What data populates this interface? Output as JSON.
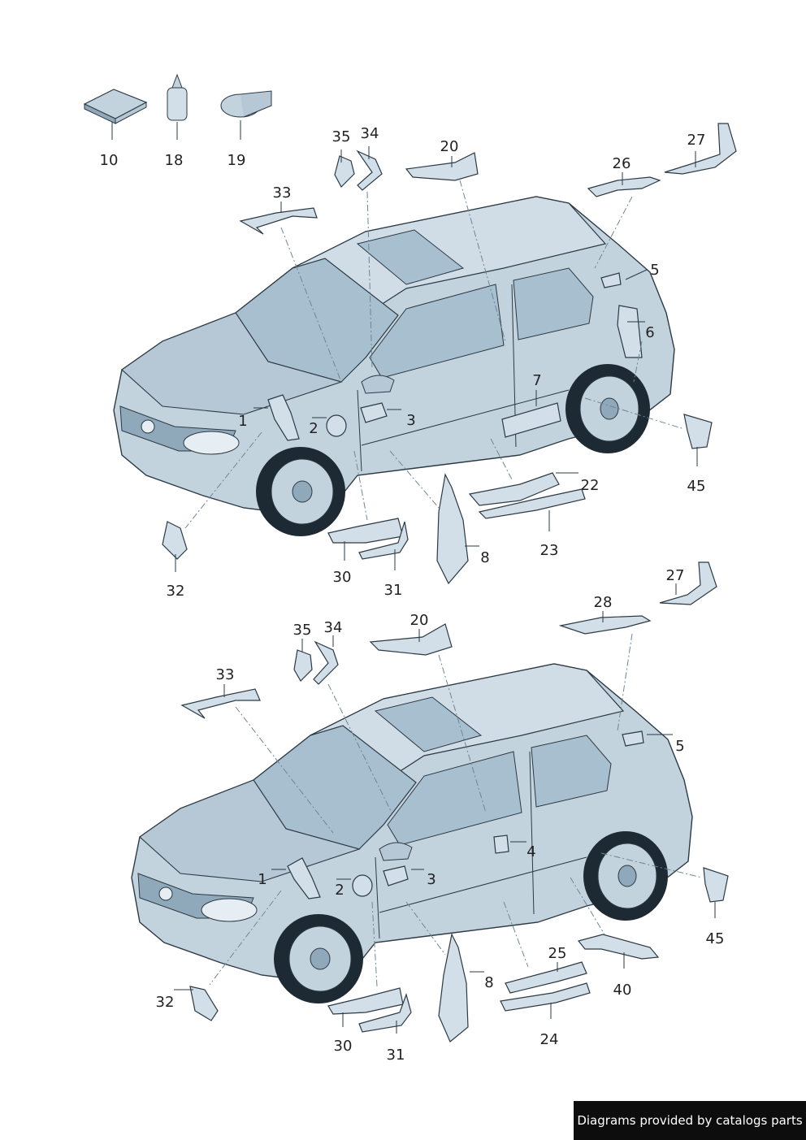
{
  "colors": {
    "body_fill": "#c3d3de",
    "body_dark": "#8fa9bb",
    "glass": "#a7bfcf",
    "part_fill": "#d3dfe8",
    "outline": "#2b3a44",
    "leader": "#6e8794"
  },
  "footer": {
    "credit": "Diagrams provided by catalogs parts"
  },
  "callouts": [
    {
      "id": "c10",
      "label": "10"
    },
    {
      "id": "c18",
      "label": "18"
    },
    {
      "id": "c19",
      "label": "19"
    },
    {
      "id": "c35a",
      "label": "35"
    },
    {
      "id": "c34a",
      "label": "34"
    },
    {
      "id": "c20a",
      "label": "20"
    },
    {
      "id": "c26",
      "label": "26"
    },
    {
      "id": "c27a",
      "label": "27"
    },
    {
      "id": "c33a",
      "label": "33"
    },
    {
      "id": "c5a",
      "label": "5"
    },
    {
      "id": "c6",
      "label": "6"
    },
    {
      "id": "c7",
      "label": "7"
    },
    {
      "id": "c1a",
      "label": "1"
    },
    {
      "id": "c2a",
      "label": "2"
    },
    {
      "id": "c3a",
      "label": "3"
    },
    {
      "id": "c22",
      "label": "22"
    },
    {
      "id": "c45a",
      "label": "45"
    },
    {
      "id": "c8a",
      "label": "8"
    },
    {
      "id": "c23",
      "label": "23"
    },
    {
      "id": "c30a",
      "label": "30"
    },
    {
      "id": "c31a",
      "label": "31"
    },
    {
      "id": "c32a",
      "label": "32"
    },
    {
      "id": "c27b",
      "label": "27"
    },
    {
      "id": "c28",
      "label": "28"
    },
    {
      "id": "c35b",
      "label": "35"
    },
    {
      "id": "c34b",
      "label": "34"
    },
    {
      "id": "c20b",
      "label": "20"
    },
    {
      "id": "c33b",
      "label": "33"
    },
    {
      "id": "c5b",
      "label": "5"
    },
    {
      "id": "c4",
      "label": "4"
    },
    {
      "id": "c1b",
      "label": "1"
    },
    {
      "id": "c2b",
      "label": "2"
    },
    {
      "id": "c3b",
      "label": "3"
    },
    {
      "id": "c45b",
      "label": "45"
    },
    {
      "id": "c25",
      "label": "25"
    },
    {
      "id": "c40",
      "label": "40"
    },
    {
      "id": "c8b",
      "label": "8"
    },
    {
      "id": "c32b",
      "label": "32"
    },
    {
      "id": "c24",
      "label": "24"
    },
    {
      "id": "c30b",
      "label": "30"
    },
    {
      "id": "c31b",
      "label": "31"
    }
  ]
}
